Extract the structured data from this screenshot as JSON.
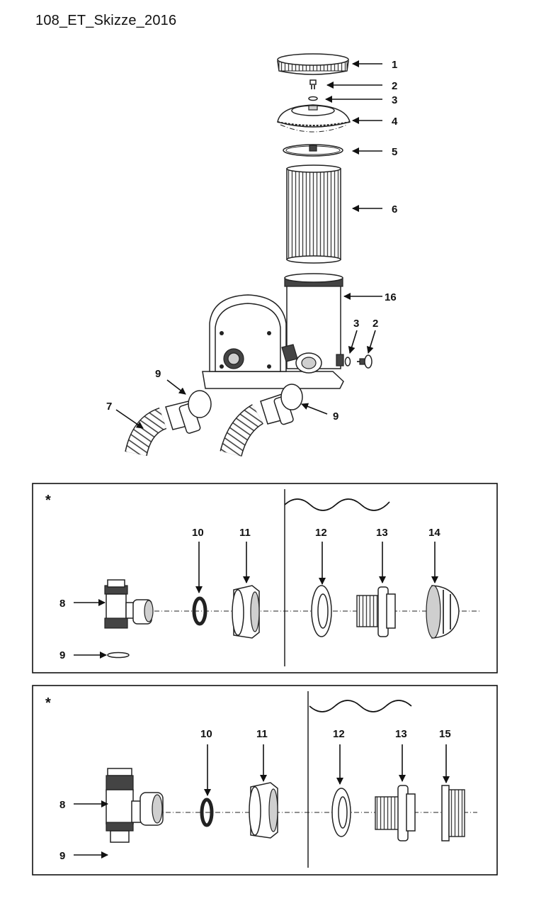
{
  "title": "108_ET_Skizze_2016",
  "top_labels": {
    "l1": "1",
    "l2": "2",
    "l3": "3",
    "l4": "4",
    "l5": "5",
    "l6": "6",
    "l16": "16",
    "l3b": "3",
    "l2b": "2",
    "l9a": "9",
    "l7": "7",
    "l9b": "9"
  },
  "panel1": {
    "star": "*",
    "l10": "10",
    "l11": "11",
    "l12": "12",
    "l13": "13",
    "l14": "14",
    "l8": "8",
    "l9": "9"
  },
  "panel2": {
    "star": "*",
    "l10": "10",
    "l11": "11",
    "l12": "12",
    "l13": "13",
    "l15": "15",
    "l8": "8",
    "l9": "9"
  }
}
